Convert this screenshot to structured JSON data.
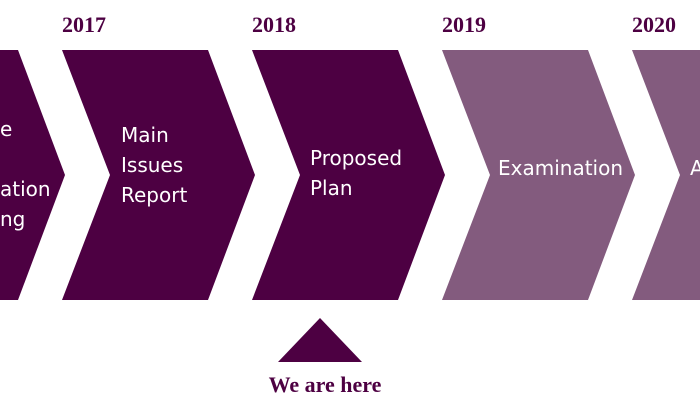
{
  "colors": {
    "active": "#4d0042",
    "upcoming": "#835b7e",
    "text_on_chevron": "#ffffff"
  },
  "stages": [
    {
      "year": "",
      "label": "e\n\nation\nng",
      "status": "active"
    },
    {
      "year": "2017",
      "label": "Main\nIssues\nReport",
      "status": "active"
    },
    {
      "year": "2018",
      "label": "Proposed\nPlan",
      "status": "active"
    },
    {
      "year": "2019",
      "label": "Examination",
      "status": "upcoming"
    },
    {
      "year": "2020",
      "label": "A",
      "status": "upcoming"
    }
  ],
  "marker": {
    "label": "We are here"
  }
}
